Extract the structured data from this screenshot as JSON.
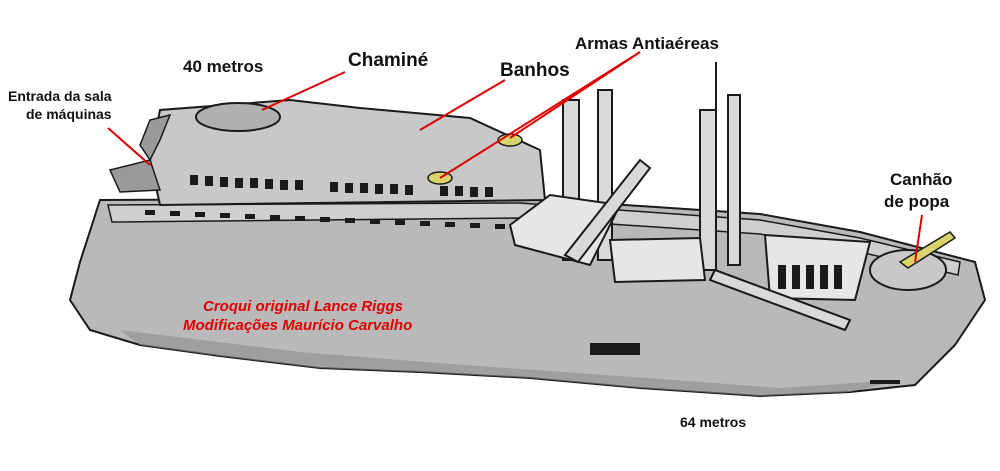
{
  "labels": {
    "length_top": "40 metros",
    "chimney": "Chaminé",
    "baths": "Banhos",
    "aa_guns": "Armas Antiaéreas",
    "engine_entry_l1": "Entrada da sala",
    "engine_entry_l2": "de máquinas",
    "stern_gun_l1": "Canhão",
    "stern_gun_l2": "de popa",
    "length_bottom": "64 metros"
  },
  "credits": {
    "line1": "Croqui original Lance Riggs",
    "line2": "Modificações Maurício Carvalho"
  },
  "colors": {
    "hull": "#b9b9b9",
    "hull_shadow": "#8e8e8e",
    "deck": "#d3d3d3",
    "outline": "#1a1a1a",
    "leader_line": "#e00000",
    "credit_text": "#e00000",
    "gun_accent": "#d8d36a"
  }
}
